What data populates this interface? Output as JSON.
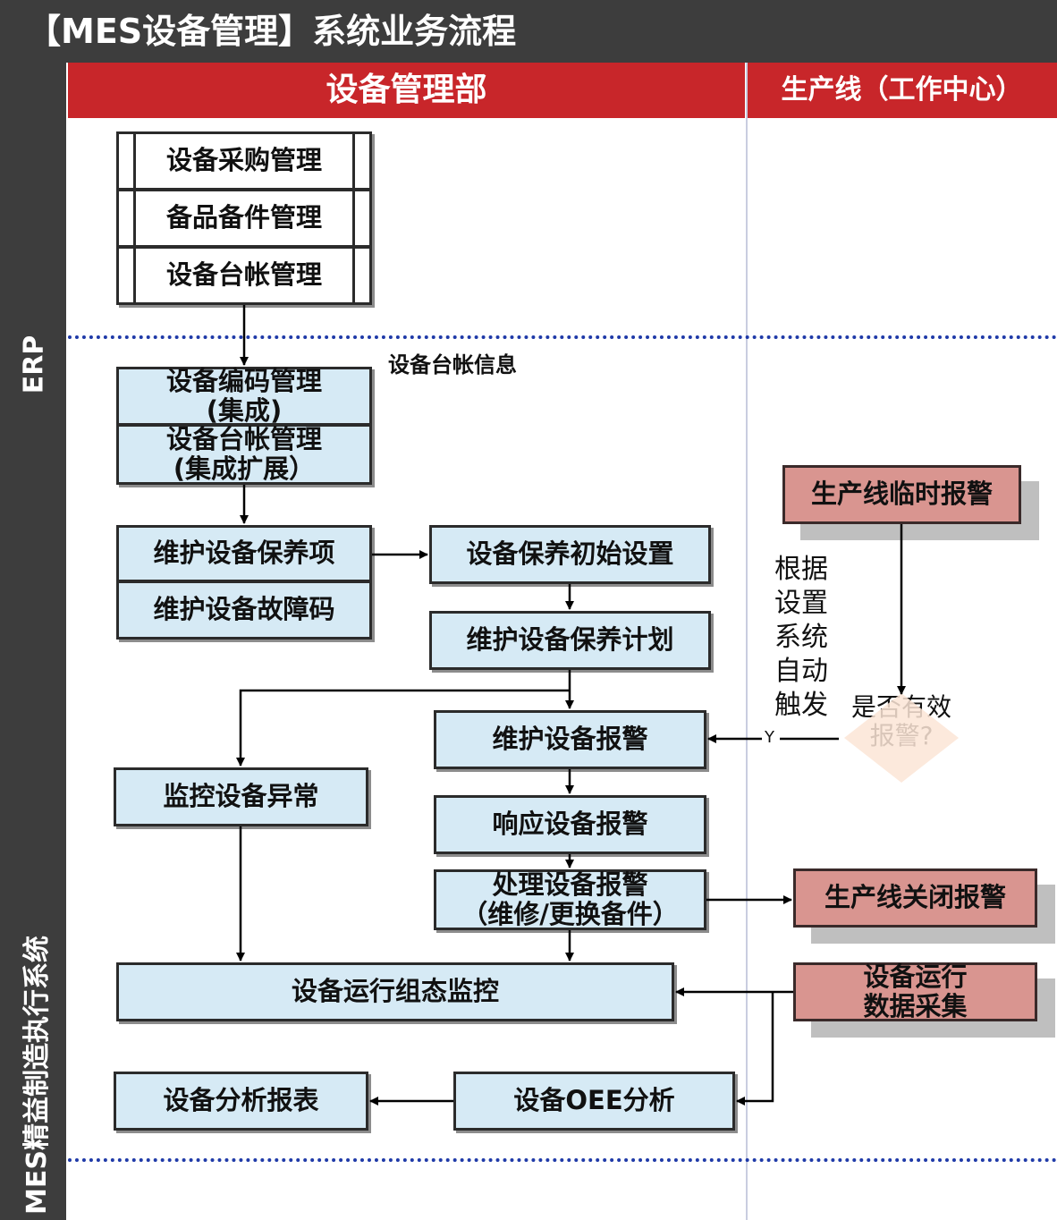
{
  "title": "【MES设备管理】系统业务流程",
  "lanes": {
    "erp": "ERP",
    "mes": "MES精益制造执行系统",
    "dept": "设备管理部",
    "line": "生产线（工作中心）"
  },
  "erp_boxes": [
    "设备采购管理",
    "备品备件管理",
    "设备台帐管理"
  ],
  "labels": {
    "ledger_info": "设备台帐信息",
    "auto_trigger": "根据设置系统自动触发",
    "decision": "是否有效报警?",
    "yes": "Y"
  },
  "nodes": {
    "code_mgmt": "设备编码管理\n(集成)",
    "ledger_mgmt": "设备台帐管理\n(集成扩展）",
    "maint_item": "维护设备保养项",
    "fault_code": "维护设备故障码",
    "maint_init": "设备保养初始设置",
    "maint_plan": "维护设备保养计划",
    "alarm_maint": "维护设备报警",
    "monitor_abnormal": "监控设备异常",
    "alarm_respond": "响应设备报警",
    "alarm_handle": "处理设备报警\n（维修/更换备件）",
    "runtime_monitor": "设备运行组态监控",
    "analysis_report": "设备分析报表",
    "oee": "设备OEE分析",
    "line_temp_alarm": "生产线临时报警",
    "line_close_alarm": "生产线关闭报警",
    "run_data_collect": "设备运行\n数据采集"
  }
}
